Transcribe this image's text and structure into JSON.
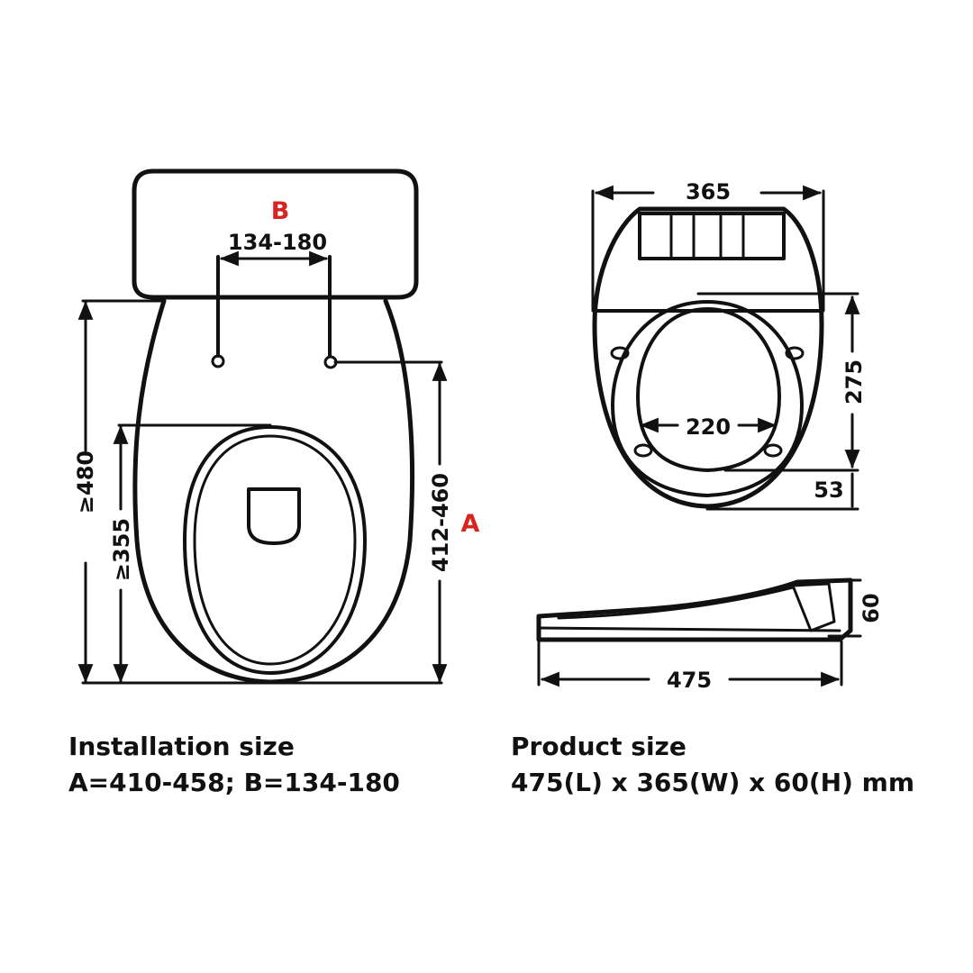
{
  "installation_view": {
    "label_b": "B",
    "label_a": "A",
    "dim_b": "134-180",
    "dim_total": "≥480",
    "dim_seat": "≥355",
    "dim_a": "412-460"
  },
  "top_view": {
    "dim_width": "365",
    "dim_length": "275",
    "dim_inner": "220",
    "dim_rear": "53"
  },
  "side_view": {
    "dim_height": "60",
    "dim_total_length": "475"
  },
  "captions": {
    "installation_title": "Installation size",
    "installation_values": "A=410-458; B=134-180",
    "product_title": "Product size",
    "product_values": "475(L) x 365(W) x 60(H) mm"
  }
}
